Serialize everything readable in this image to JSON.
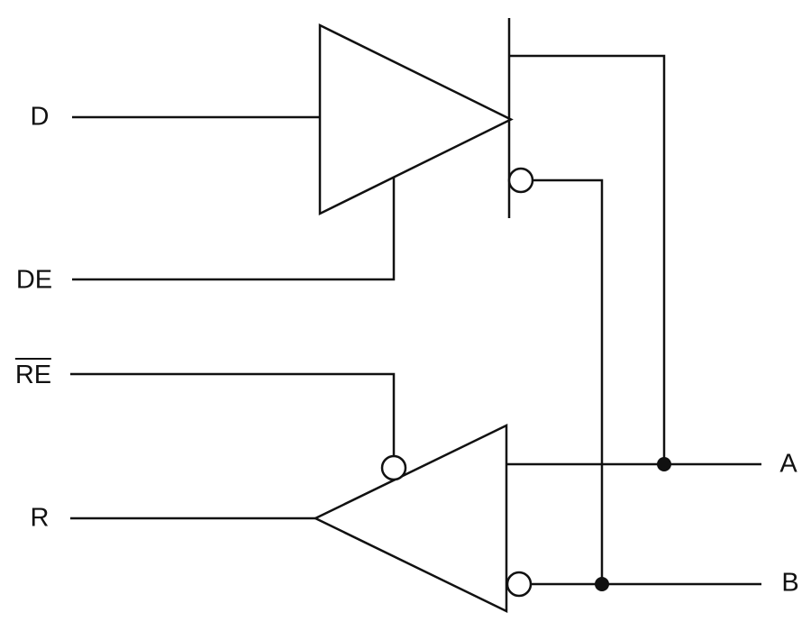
{
  "labels": {
    "driver_input": "D",
    "driver_enable": "DE",
    "receiver_enable": "RE",
    "receiver_output": "R",
    "line_a": "A",
    "line_b": "B"
  },
  "colors": {
    "stroke": "#111111",
    "background": "#ffffff"
  },
  "schematic": {
    "type": "logic-schematic",
    "description_visible_structure": {
      "components": [
        {
          "id": "driver-buffer",
          "symbol": "triangle-buffer",
          "orientation": "points-right",
          "data_input": "D",
          "enable_input": "DE",
          "outputs": [
            {
              "polarity": "noninverting",
              "connects_to": "A"
            },
            {
              "polarity": "inverting",
              "bubble": true,
              "connects_to": "B"
            }
          ]
        },
        {
          "id": "receiver-buffer",
          "symbol": "triangle-buffer",
          "orientation": "points-left",
          "enable_input": "RE",
          "enable_active_low_overline": true,
          "enable_bubble": true,
          "inputs": [
            {
              "polarity": "noninverting",
              "connects_to": "A"
            },
            {
              "polarity": "inverting",
              "bubble": true,
              "connects_to": "B"
            }
          ],
          "output": "R"
        }
      ],
      "junction_dots": [
        {
          "at": "A-line and driver noninverting output"
        },
        {
          "at": "B-line and driver inverting output"
        }
      ],
      "crossings_without_connection": [
        {
          "at": "B-branch vertical wire crossing A-line"
        }
      ]
    }
  }
}
